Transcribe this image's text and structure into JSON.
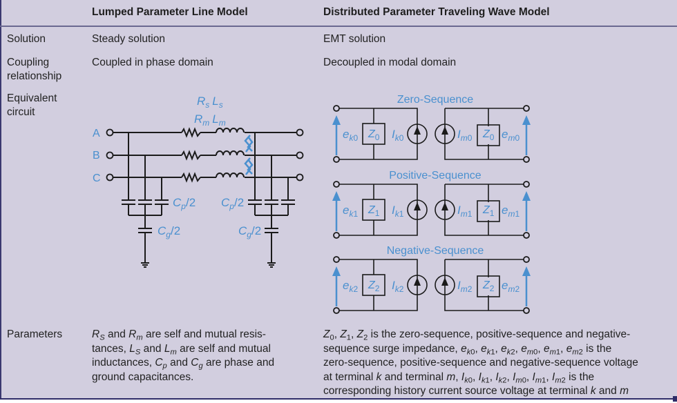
{
  "headers": {
    "col1": "",
    "col2": "Lumped Parameter Line Model",
    "col3": "Distributed Parameter Traveling Wave Model"
  },
  "rows": {
    "solution": {
      "label": "Solution",
      "lumped": "Steady solution",
      "distributed": "EMT solution"
    },
    "coupling": {
      "label_line1": "Coupling",
      "label_line2": "relationship",
      "lumped": "Coupled in phase domain",
      "distributed": "Decoupled in modal domain"
    },
    "circuit": {
      "label_line1": "Equivalent",
      "label_line2": "circuit"
    },
    "parameters": {
      "label": "Parameters",
      "lumped_html": "<i>R<sub>S</sub></i> and <i>R<sub>m</sub></i> are self and mutual resis-<br>tances, <i>L<sub>S</sub></i> and <i>L<sub>m</sub></i> are self and mutual<br>inductances, <i>C<sub>p</sub></i> and <i>C<sub>g</sub></i> are phase and<br>ground capacitances.",
      "distributed_html": "<i>Z</i><sub>0</sub>, <i>Z</i><sub>1</sub>, <i>Z</i><sub>2</sub> is the zero-sequence, positive-sequence and negative-<br>sequence surge impedance, <i>e<sub>k</sub></i><sub>0</sub>, <i>e<sub>k</sub></i><sub>1</sub>, <i>e<sub>k</sub></i><sub>2</sub>, <i>e<sub>m</sub></i><sub>0</sub>, <i>e<sub>m</sub></i><sub>1</sub>, <i>e<sub>m</sub></i><sub>2</sub> is the<br>zero-sequence, positive-sequence and negative-sequence voltage<br>at terminal <i>k</i> and terminal <i>m</i>, <i>I<sub>k</sub></i><sub>0</sub>, <i>I<sub>k</sub></i><sub>1</sub>, <i>I<sub>k</sub></i><sub>2</sub>, <i>I<sub>m</sub></i><sub>0</sub>, <i>I<sub>m</sub></i><sub>1</sub>, <i>I<sub>m</sub></i><sub>2</sub> is the<br>corresponding history current source voltage at terminal <i>k</i> and <i>m</i>"
    }
  },
  "lumped_circuit": {
    "phases": [
      "A",
      "B",
      "C"
    ],
    "label_rs": "R",
    "sub_s": "s",
    "label_ls": "L",
    "label_rm": "R",
    "sub_m": "m",
    "label_lm": "L",
    "cap_phase": "C",
    "sub_p": "p",
    "cap_ground": "C",
    "sub_g": "g",
    "half": "/2"
  },
  "sequence_circuits": [
    {
      "title": "Zero-Sequence",
      "n": "0"
    },
    {
      "title": "Positive-Sequence",
      "n": "1"
    },
    {
      "title": "Negative-Sequence",
      "n": "2"
    }
  ],
  "colors": {
    "accent_blue": "#4a90cf",
    "background": "#d2cedf",
    "rule": "#2e2c68"
  }
}
